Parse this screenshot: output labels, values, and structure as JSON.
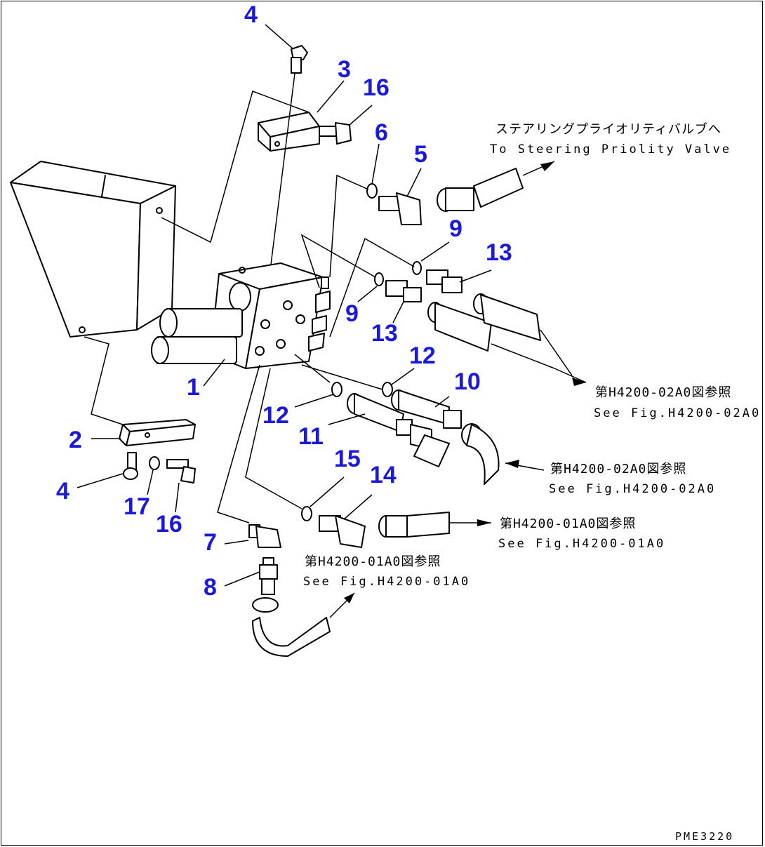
{
  "callouts": {
    "c1": "1",
    "c2": "2",
    "c3": "3",
    "c4a": "4",
    "c4b": "4",
    "c5": "5",
    "c6": "6",
    "c7": "7",
    "c8": "8",
    "c9a": "9",
    "c9b": "9",
    "c10": "10",
    "c11": "11",
    "c12a": "12",
    "c12b": "12",
    "c13a": "13",
    "c13b": "13",
    "c14": "14",
    "c15": "15",
    "c16a": "16",
    "c16b": "16",
    "c17": "17"
  },
  "annotations": {
    "steering_jp": "ステアリングプライオリティバルブへ",
    "steering_en": "To Steering Priolity Valve",
    "ref1_jp": "第H4200-02A0図参照",
    "ref1_en": "See Fig.H4200-02A0",
    "ref2_jp": "第H4200-02A0図参照",
    "ref2_en": "See Fig.H4200-02A0",
    "ref3_jp": "第H4200-01A0図参照",
    "ref3_en": "See Fig.H4200-01A0",
    "ref4_jp": "第H4200-01A0図参照",
    "ref4_en": "See Fig.H4200-01A0"
  },
  "drawing_code": "PME3220",
  "colors": {
    "callout": "#1a1ad8",
    "line": "#000000",
    "background": "#ffffff"
  }
}
